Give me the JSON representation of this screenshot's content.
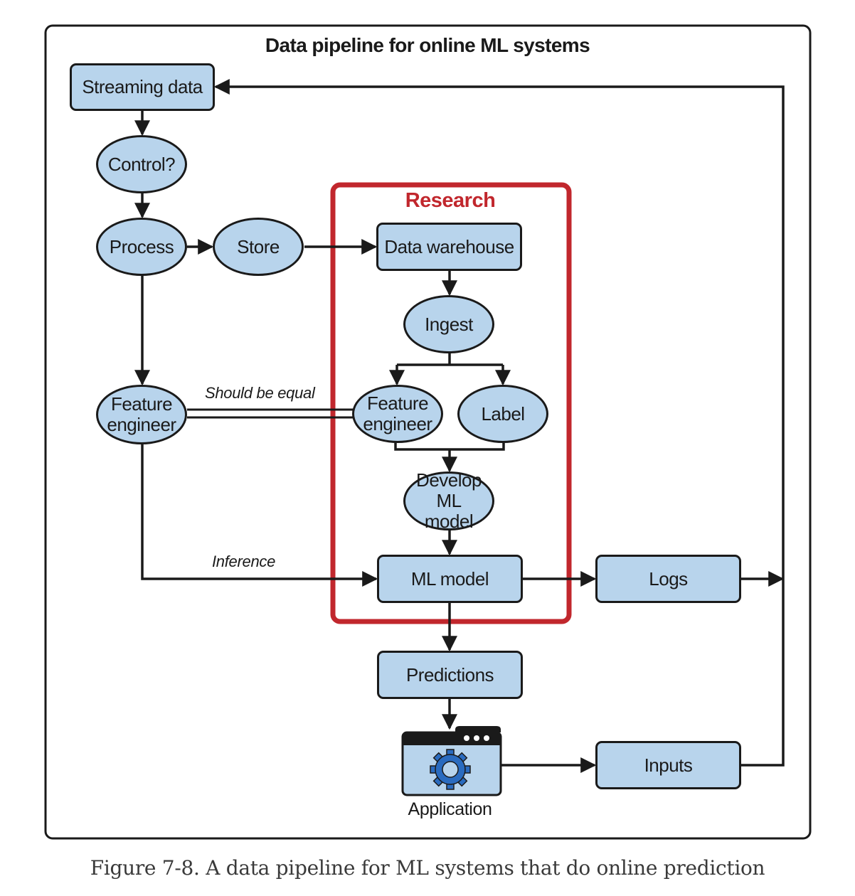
{
  "title": "Data pipeline for online ML systems",
  "research_label": "Research",
  "nodes": {
    "streaming_data": "Streaming data",
    "control": "Control?",
    "process": "Process",
    "store": "Store",
    "data_warehouse": "Data warehouse",
    "ingest": "Ingest",
    "feature_engineer_online": "Feature engineer",
    "feature_engineer_research": "Feature engineer",
    "label": "Label",
    "develop_ml_model": "Develop ML model",
    "ml_model": "ML model",
    "logs": "Logs",
    "predictions": "Predictions",
    "application": "Application",
    "inputs": "Inputs"
  },
  "edge_labels": {
    "should_be_equal": "Should be equal",
    "inference": "Inference"
  },
  "caption": "Figure 7-8. A data pipeline for ML systems that do online prediction",
  "colors": {
    "node_fill": "#b8d4ec",
    "stroke": "#1a1a1a",
    "research_border": "#c1272d",
    "gear_icon": "#2a6bbf"
  },
  "icons": {
    "application": "gear-icon"
  }
}
